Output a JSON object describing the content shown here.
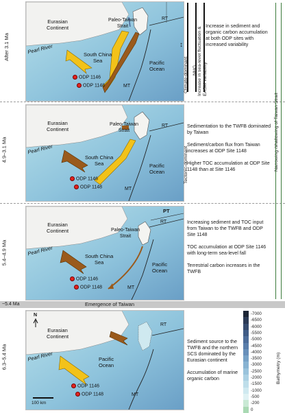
{
  "stages": [
    {
      "label": "After 3.1 Ma",
      "continent": "Eurasian\nContinent",
      "river": "Pearl River",
      "strait": "Paleo-Taiwan\nStrait",
      "sea": "South China\nSea",
      "ocean": "Pacific\nOcean",
      "rt": "RT",
      "mt": "MT",
      "site1": "ODP 1146",
      "site2": "ODP 1148",
      "description": "Increase in sediment and organic carbon accumulation at both ODP sites with increased variability"
    },
    {
      "label": "4.9–3.1 Ma",
      "continent": "Eurasian\nContinent",
      "river": "Pearl River",
      "strait": "Paleo-Taiwan\nStrait",
      "sea": "South China\nSea",
      "ocean": "Pacific\nOcean",
      "rt": "RT",
      "mt": "MT",
      "site1": "ODP 1146",
      "site2": "ODP 1148",
      "description": "Sedimentation to the TWFB dominated by Taiwan\n\nSediment/carbon flux from Taiwan increases at ODP Site 1148\n\nHigher TOC accumulation at ODP Site 1148 than at Site 1146"
    },
    {
      "label": "5.4–4.9 Ma",
      "continent": "Eurasian\nContinent",
      "river": "Pearl River",
      "strait": "Paleo-Taiwan\nStrait",
      "sea": "South China\nSea",
      "ocean": "Pacific\nOcean",
      "pt": "PT",
      "rt": "RT",
      "mt": "MT",
      "site1": "ODP 1146",
      "site2": "ODP 1148",
      "description": "Increasing sediment and TOC input from Taiwan to the TWFB and ODP Site 1148\n\nTOC accumulation at ODP Site 1146 with long-term sea-level fall\n\nTerrestrial carbon increases in the TWFB"
    },
    {
      "label": "6.3–5.4 Ma",
      "continent": "Eurasian\nContinent",
      "river": "Pearl River",
      "ocean": "Pacific\nOcean",
      "rt": "RT",
      "mt": "MT",
      "site1": "ODP 1146",
      "site2": "ODP 1148",
      "description": "Sediment source to the TWFB and the northern SCS dominated by the Eurasian continent\n\nAccumulation of marine organic carbon"
    }
  ],
  "emergence": {
    "age": "~5.4 Ma",
    "text": "Emergence of Taiwan"
  },
  "side_labels": {
    "climate": "Climate-dominant",
    "tectonic": "Tectonic-dominant",
    "nhg": "NHG",
    "sealevel": "Increase in sea-level fluctuation &\nEASM variability",
    "narrowing": "Narrowing /shallowing of Taiwan Strait"
  },
  "north": "N",
  "scale": "100 km",
  "bathymetry": {
    "title": "Bathymetry (m)",
    "labels": [
      "-7000",
      "-6500",
      "-6000",
      "-5500",
      "-5000",
      "-4500",
      "-4000",
      "-3500",
      "-3000",
      "-2500",
      "-2000",
      "-1500",
      "-1000",
      "-500",
      "-200",
      "0"
    ],
    "colors": [
      "#1c2535",
      "#2b3a55",
      "#364b6e",
      "#405c86",
      "#4d6d9a",
      "#5a7eab",
      "#6890ba",
      "#77a2c7",
      "#88b3d2",
      "#9ac3dc",
      "#acd1e4",
      "#bedeea",
      "#cfe9f0",
      "#e0f2f4",
      "#c9e9d4",
      "#a9d9b3"
    ]
  },
  "colors": {
    "arrow_yellow": "#f2c21a",
    "arrow_brown": "#9a5a1c",
    "site_red": "#e2241f",
    "land": "#f2f2f0",
    "sea": "#9fcfe2",
    "deep": "#6b9ec5"
  }
}
